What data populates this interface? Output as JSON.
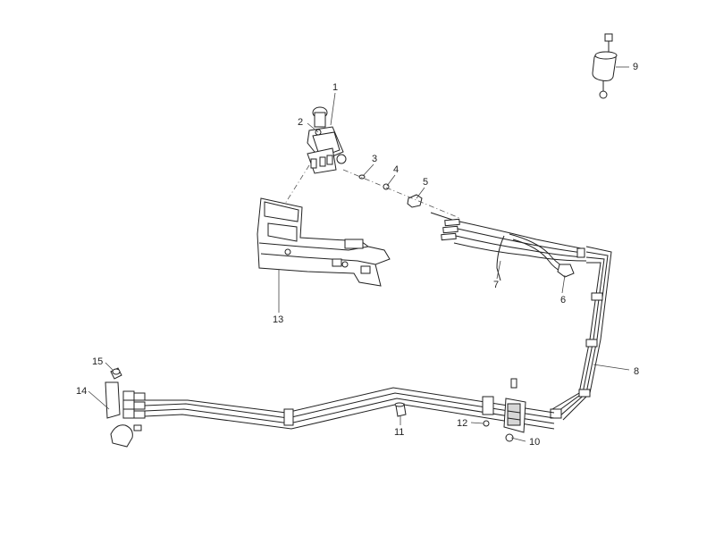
{
  "callouts": {
    "c1": "1",
    "c2": "2",
    "c3": "3",
    "c4": "4",
    "c5": "5",
    "c6": "6",
    "c7": "7",
    "c8": "8",
    "c9": "9",
    "c10": "10",
    "c11": "11",
    "c12": "12",
    "c13": "13",
    "c14": "14",
    "c15": "15"
  },
  "colors": {
    "stroke": "#222222",
    "fill": "#ffffff",
    "shade": "#d6d6d6"
  }
}
